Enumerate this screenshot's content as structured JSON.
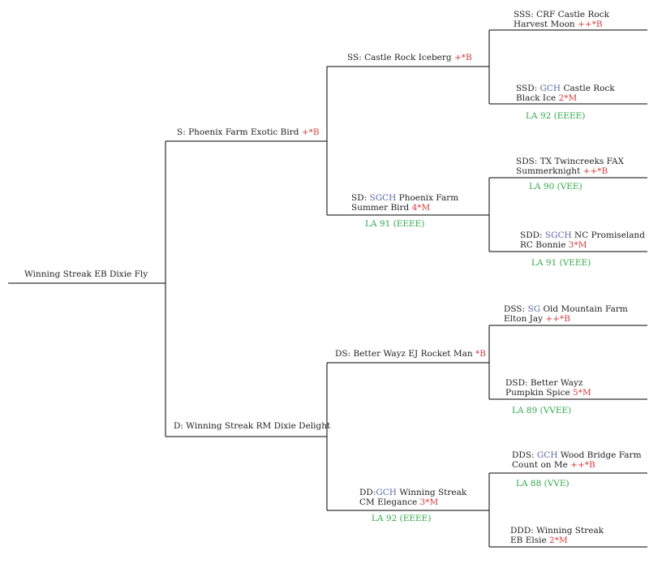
{
  "nodes": {
    "root": {
      "pre": "",
      "title": "",
      "l1": "Winning Streak EB Dixie Fly",
      "l2": "",
      "mark": ""
    },
    "s": {
      "pre": "S: ",
      "title": "",
      "l1": "Phoenix Farm Exotic Bird",
      "l2": "",
      "mark": "+*B"
    },
    "d": {
      "pre": "D: ",
      "title": "",
      "l1": "Winning Streak RM Dixie Delight",
      "l2": "",
      "mark": ""
    },
    "ss": {
      "pre": "SS: ",
      "title": "",
      "l1": "Castle Rock Iceberg",
      "l2": "",
      "mark": "+*B"
    },
    "sd": {
      "pre": "SD: ",
      "title": "SGCH",
      "l1": "Phoenix Farm",
      "l2": "Summer Bird",
      "mark": "4*M",
      "la": "LA 91 (EEEE)"
    },
    "ds": {
      "pre": "DS: ",
      "title": "",
      "l1": "Better Wayz EJ Rocket Man",
      "l2": "",
      "mark": "*B"
    },
    "dd": {
      "pre": "DD:",
      "title": "GCH",
      "l1": "Winning Streak",
      "l2": "CM Elegance",
      "mark": "3*M",
      "la": "LA 92 (EEEE)"
    },
    "sss": {
      "pre": "SSS: ",
      "title": "",
      "l1": "CRF Castle Rock",
      "l2": "Harvest Moon",
      "mark": "++*B"
    },
    "ssd": {
      "pre": "SSD: ",
      "title": "GCH",
      "l1": "Castle Rock",
      "l2": "Black Ice",
      "mark": "2*M",
      "la": "LA 92 (EEEE)"
    },
    "sds": {
      "pre": "SDS: ",
      "title": "",
      "l1": "TX Twincreeks FAX",
      "l2": "Summerknight",
      "mark": "++*B",
      "la": "LA 90 (VEE)"
    },
    "sdd": {
      "pre": "SDD: ",
      "title": "SGCH",
      "l1": "NC Promiseland",
      "l2": "RC Bonnie",
      "mark": "3*M",
      "la": "LA 91 (VEEE)"
    },
    "dss": {
      "pre": "DSS: ",
      "title": "SG",
      "l1": "Old Mountain Farm",
      "l2": "Elton Jay",
      "mark": "++*B"
    },
    "dsd": {
      "pre": "DSD: ",
      "title": "",
      "l1": "Better Wayz",
      "l2": "Pumpkin Spice",
      "mark": "5*M",
      "la": "LA 89 (VVEE)"
    },
    "dds": {
      "pre": "DDS: ",
      "title": "GCH",
      "l1": "Wood Bridge Farm",
      "l2": "Count on Me",
      "mark": "++*B",
      "la": "LA 88 (VVE)"
    },
    "ddd": {
      "pre": "DDD: ",
      "title": "",
      "l1": "Winning Streak",
      "l2": "EB Elsie",
      "mark": "2*M"
    }
  },
  "colors": {
    "line": "#000000",
    "title": "#5a6aa8",
    "mark": "#d23c3c",
    "la": "#2fa84a"
  }
}
